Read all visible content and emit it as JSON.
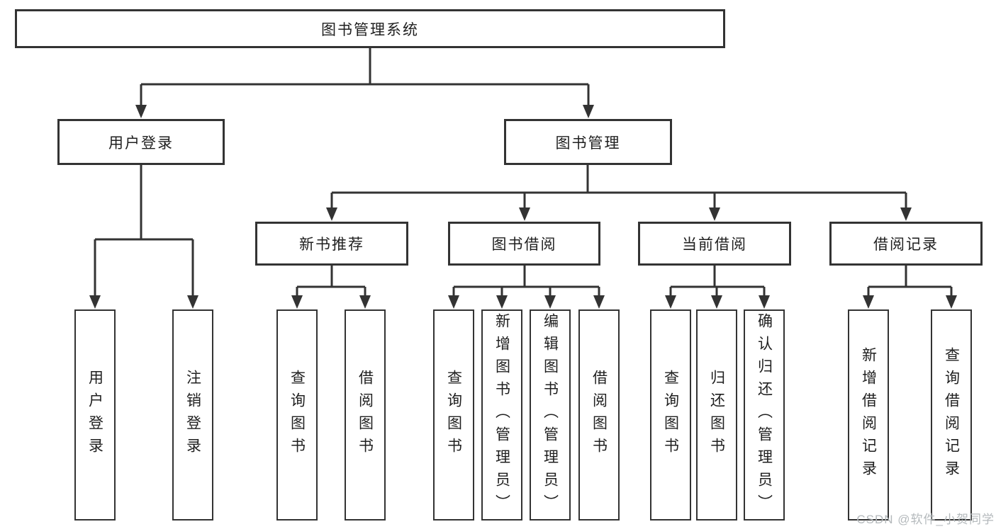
{
  "diagram": {
    "root": {
      "label": "图书管理系统"
    },
    "branches": [
      {
        "label": "用户登录",
        "children": [
          {
            "label": "用户登录"
          },
          {
            "label": "注销登录"
          }
        ]
      },
      {
        "label": "图书管理",
        "children": [
          {
            "label": "新书推荐",
            "children": [
              {
                "label": "查询图书"
              },
              {
                "label": "借阅图书"
              }
            ]
          },
          {
            "label": "图书借阅",
            "children": [
              {
                "label": "查询图书"
              },
              {
                "label": "新增图书（管理员）"
              },
              {
                "label": "编辑图书（管理员）"
              },
              {
                "label": "借阅图书"
              }
            ]
          },
          {
            "label": "当前借阅",
            "children": [
              {
                "label": "查询图书"
              },
              {
                "label": "归还图书"
              },
              {
                "label": "确认归还（管理员）"
              }
            ]
          },
          {
            "label": "借阅记录",
            "children": [
              {
                "label": "新增借阅记录"
              },
              {
                "label": "查询借阅记录"
              }
            ]
          }
        ]
      }
    ]
  },
  "watermark": {
    "text": "CSDN @软件_小贺同学"
  },
  "colors": {
    "line": "#333333",
    "text": "#1f1f1f",
    "box_fill": "#ffffff",
    "watermark": "#b4b9bc",
    "background": "#ffffff"
  }
}
